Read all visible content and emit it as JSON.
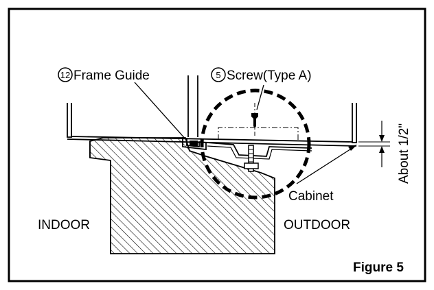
{
  "diagram": {
    "labels": {
      "frame_guide_number": "12",
      "frame_guide": "Frame Guide",
      "screw_number": "5",
      "screw": "Screw(Type A)",
      "dimension": "About 1/2\"",
      "cabinet": "Cabinet",
      "indoor": "INDOOR",
      "outdoor": "OUTDOOR",
      "figure": "Figure 5"
    },
    "colors": {
      "line": "#000000",
      "background": "#ffffff"
    }
  }
}
